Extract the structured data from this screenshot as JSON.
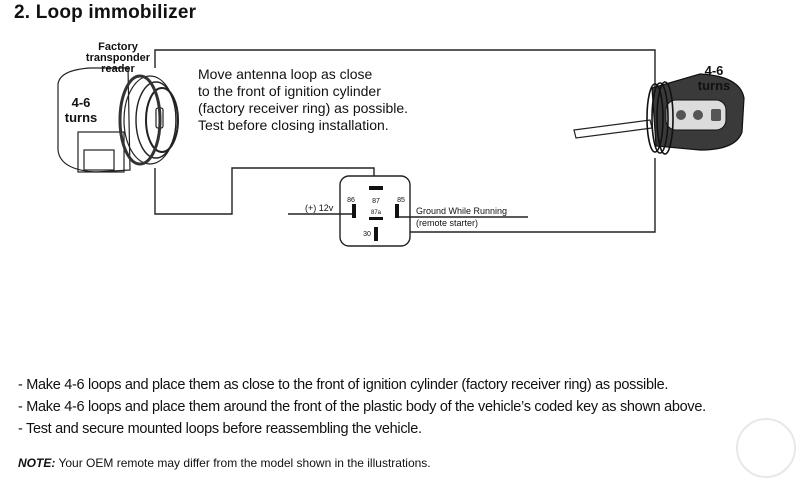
{
  "title": "2. Loop immobilizer",
  "diagram": {
    "reader_label": [
      "Factory",
      "transponder",
      "reader"
    ],
    "left_turns": [
      "4-6",
      "turns"
    ],
    "right_turns": [
      "4-6",
      "turns"
    ],
    "instruction": [
      "Move antenna loop as close",
      "to the front of ignition cylinder",
      "(factory receiver ring) as possible.",
      "Test before closing installation."
    ],
    "relay": {
      "pin_87": "87",
      "pin_86": "86",
      "pin_85": "85",
      "pin_87a": "87a",
      "pin_30": "30",
      "input_label": "(+) 12v",
      "ground_label": "Ground While Running",
      "remote_label": "(remote starter)"
    }
  },
  "notes": [
    "- Make 4-6 loops and place them as close to the front of ignition cylinder (factory receiver ring) as possible.",
    "- Make 4-6 loops and place them around the front of the plastic body of the vehicle’s coded key as shown above.",
    "- Test and secure mounted loops before reassembling the vehicle."
  ],
  "footnote": {
    "label": "NOTE:",
    "text": " Your OEM remote may differ from the model shown in the illustrations."
  }
}
